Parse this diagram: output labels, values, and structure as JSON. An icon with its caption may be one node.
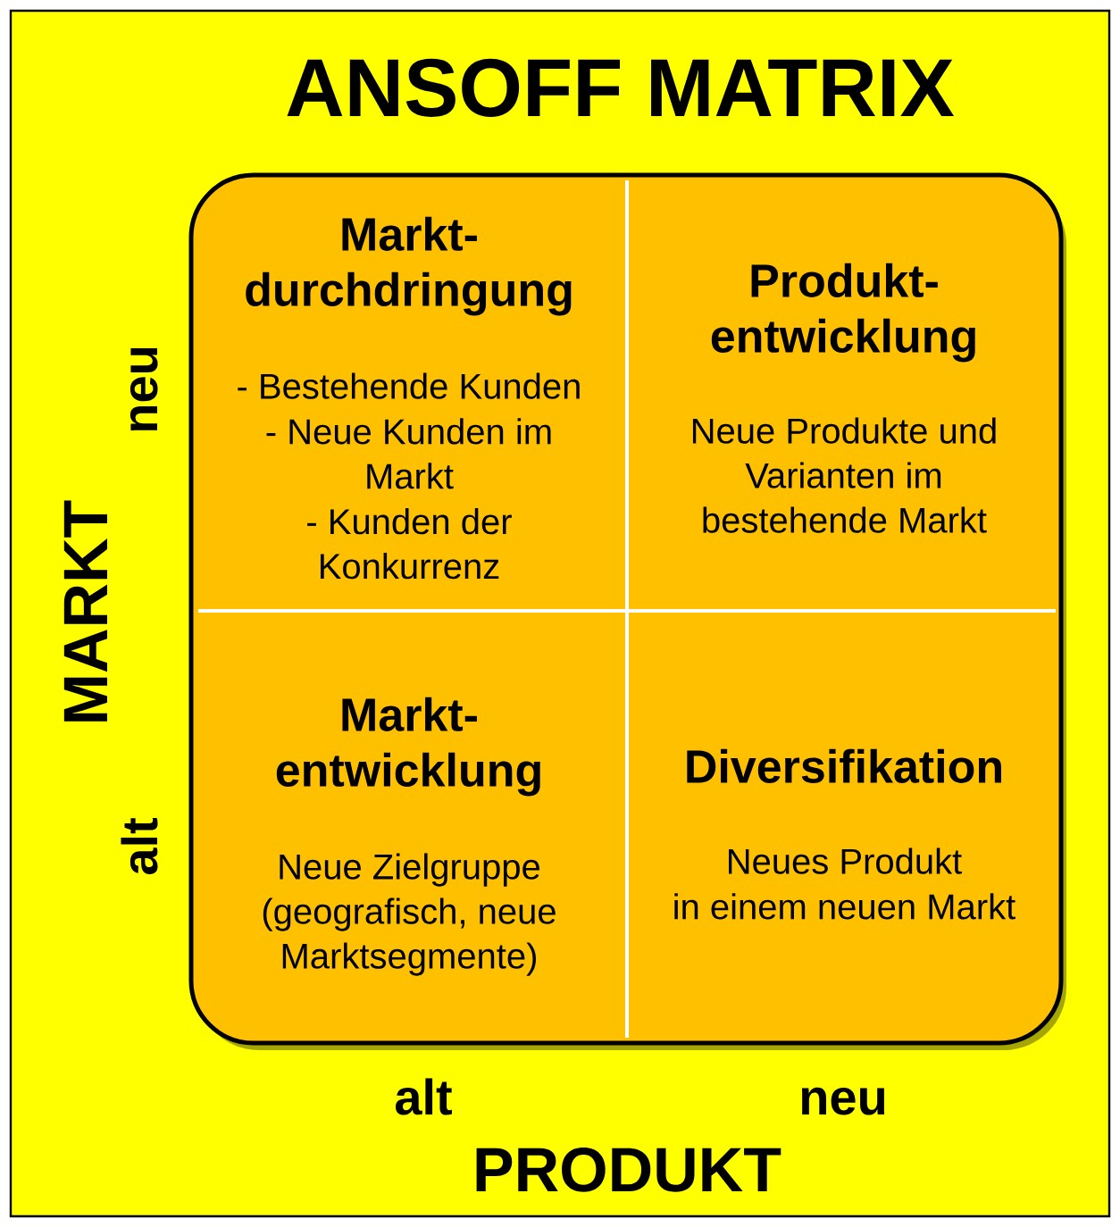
{
  "diagram": {
    "title": "ANSOFF MATRIX",
    "nodes": [
      {
        "text": [
          "Markt- durchdringung",
          "- Bestehende Kunden",
          "- Neue Kunden im Markt",
          "- Kunden der Konkurrenz"
        ]
      },
      {
        "text": [
          "Produkt- entwicklung",
          "Neue Produkte und Varianten im bestehende Markt"
        ]
      },
      {
        "text": [
          "Markt- entwicklung",
          "Neue Zielgruppe (geografisch, neue Marktsegmente)"
        ]
      },
      {
        "text": [
          "Diversifikation",
          "Neues Produkt",
          "in einem neuen Markt"
        ]
      }
    ],
    "labels": [
      "neu",
      "MARKT",
      "alt",
      "alt",
      "neu",
      "PRODUKT"
    ]
  }
}
